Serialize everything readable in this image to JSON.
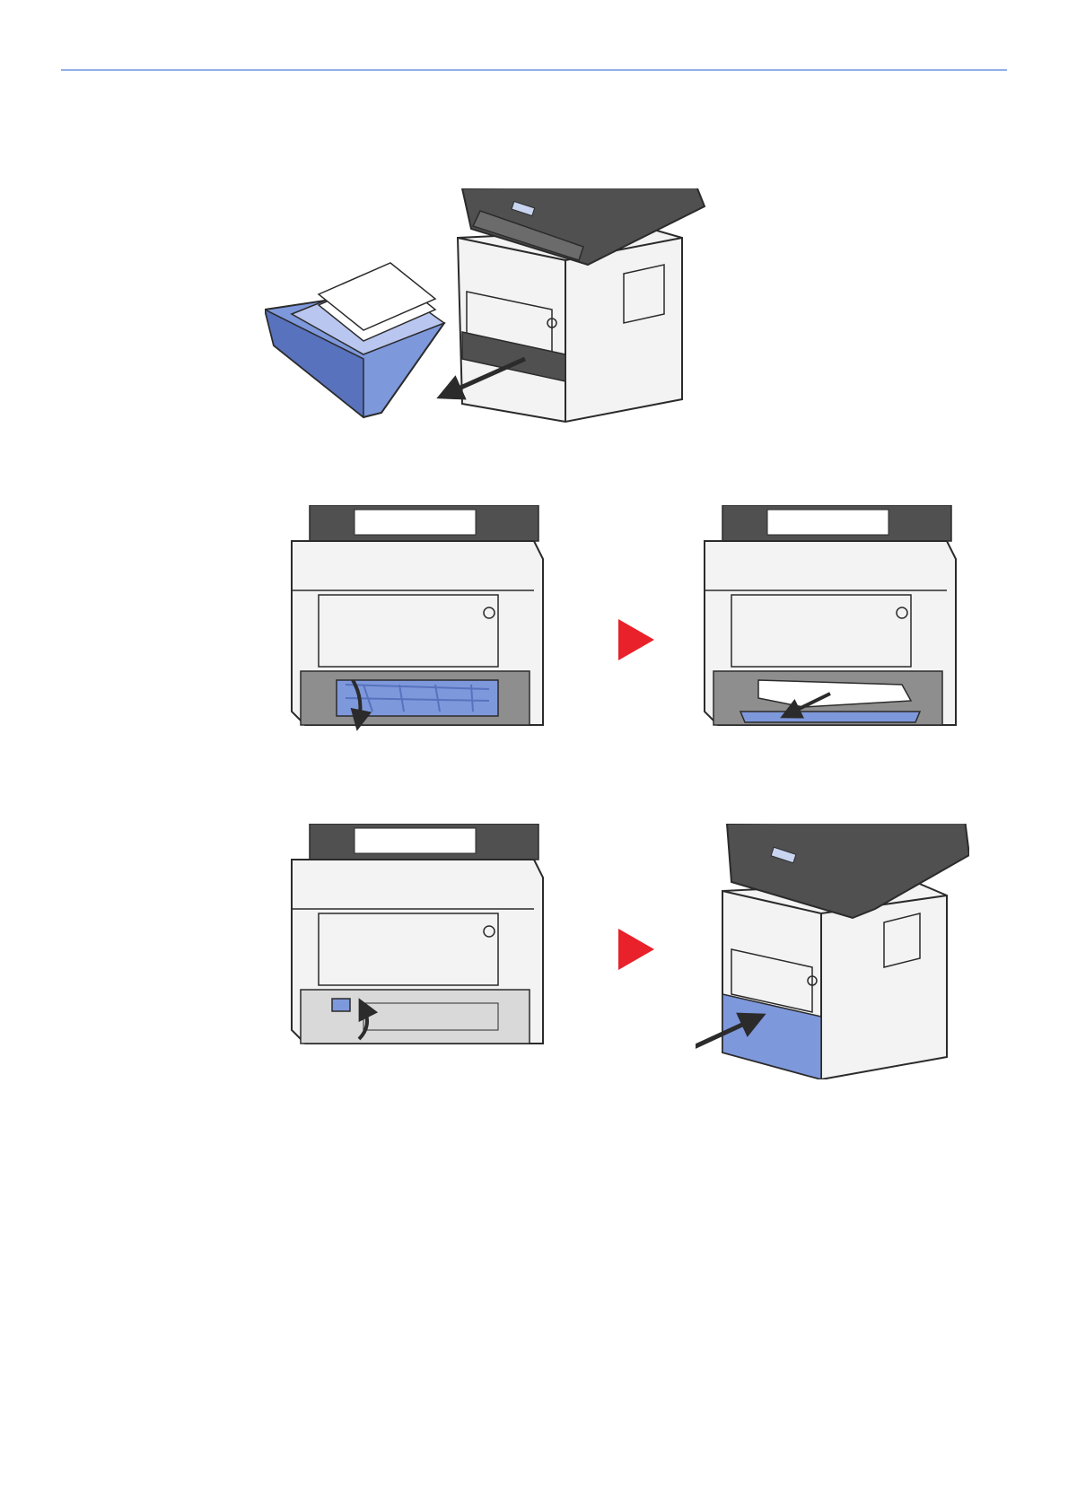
{
  "colors": {
    "header_rule": "#8fb0ec",
    "step_arrow": "#e8212a",
    "part_blue": "#7e98dc",
    "part_blue_dark": "#5872bd",
    "printer_gray": "#505050",
    "printer_light": "#f3f3f3",
    "outline": "#2b2b2b"
  },
  "figures": [
    {
      "name": "remove-cassette",
      "icon": "printer-with-cassette-pulled-out"
    },
    {
      "name": "lower-jam-cover",
      "icon": "printer-open-jam-cover"
    },
    {
      "name": "remove-jammed-paper",
      "icon": "printer-remove-paper"
    },
    {
      "name": "raise-jam-cover",
      "icon": "printer-close-jam-cover"
    },
    {
      "name": "reinsert-cassette",
      "icon": "printer-with-cassette-inserted"
    }
  ],
  "step_arrows": {
    "icon": "red-triangle-right-icon"
  }
}
